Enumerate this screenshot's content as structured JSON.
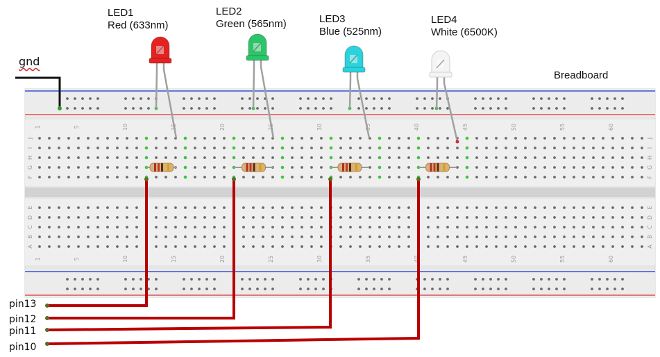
{
  "title": "",
  "breadboard": {
    "label": "Breadboard",
    "column_numbers": [
      "1",
      "5",
      "10",
      "15",
      "20",
      "25",
      "30",
      "35",
      "40",
      "45",
      "50",
      "55",
      "60"
    ],
    "row_letters_top": [
      "J",
      "I",
      "H",
      "G",
      "F"
    ],
    "row_letters_bottom": [
      "E",
      "D",
      "C",
      "B",
      "A"
    ]
  },
  "gnd_label": "gnd",
  "leds": [
    {
      "name": "LED1",
      "desc": "Red (633nm)",
      "color": "#e52222"
    },
    {
      "name": "LED2",
      "desc": "Green (565nm)",
      "color": "#2ec46a"
    },
    {
      "name": "LED3",
      "desc": "Blue (525nm)",
      "color": "#2cd3dc"
    },
    {
      "name": "LED4",
      "desc": "White (6500K)",
      "color": "#f4f4f4"
    }
  ],
  "pins": [
    "pin13",
    "pin12",
    "pin11",
    "pin10"
  ],
  "colors": {
    "wire": "#c00000",
    "wire_dark": "#8a0000",
    "board": "#e8e8e8",
    "rail_blue": "#3b4fd8",
    "rail_red": "#e05050",
    "hole": "#6a6a6a",
    "active": "#3ec53e",
    "gnd_wire": "#111111"
  }
}
